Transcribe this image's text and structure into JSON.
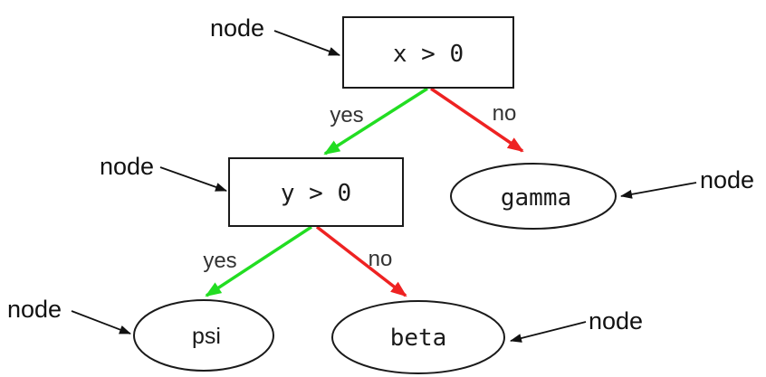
{
  "diagram": {
    "type": "decision-tree",
    "nodes": [
      {
        "id": "root",
        "label": "x > 0",
        "shape": "rect"
      },
      {
        "id": "y-test",
        "label": "y > 0",
        "shape": "rect"
      },
      {
        "id": "gamma",
        "label": "gamma",
        "shape": "ellipse"
      },
      {
        "id": "psi",
        "label": "psi",
        "shape": "ellipse"
      },
      {
        "id": "beta",
        "label": "beta",
        "shape": "ellipse"
      }
    ],
    "edges": [
      {
        "from": "x > 0",
        "to": "y > 0",
        "label": "yes",
        "color": "#22dd22"
      },
      {
        "from": "x > 0",
        "to": "gamma",
        "label": "no",
        "color": "#ee2222"
      },
      {
        "from": "y > 0",
        "to": "psi",
        "label": "yes",
        "color": "#22dd22"
      },
      {
        "from": "y > 0",
        "to": "beta",
        "label": "no",
        "color": "#ee2222"
      }
    ],
    "annotations": [
      {
        "label": "node",
        "target": "x > 0"
      },
      {
        "label": "node",
        "target": "y > 0"
      },
      {
        "label": "node",
        "target": "gamma"
      },
      {
        "label": "node",
        "target": "psi"
      },
      {
        "label": "node",
        "target": "beta"
      }
    ],
    "colors": {
      "yes_edge": "#22dd22",
      "no_edge": "#ee2222",
      "node_outline": "#1a1a1a",
      "annotation": "#111111"
    }
  }
}
